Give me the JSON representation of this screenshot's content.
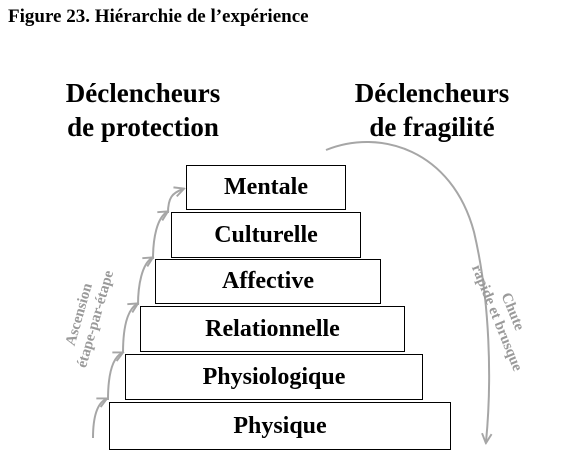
{
  "figure": {
    "title": "Figure 23. Hiérarchie de l’expérience"
  },
  "headers": {
    "left": {
      "line1": "Déclencheurs",
      "line2": "de protection"
    },
    "right": {
      "line1": "Déclencheurs",
      "line2": "de fragilité"
    }
  },
  "levels": {
    "l1": "Mentale",
    "l2": "Culturelle",
    "l3": "Affective",
    "l4": "Relationnelle",
    "l5": "Physiologique",
    "l6": "Physique"
  },
  "side_labels": {
    "ascent": {
      "line1": "Ascension",
      "line2": "étape-par-étape"
    },
    "fall": {
      "line1": "Chute",
      "line2": "rapide et brusque"
    }
  },
  "colors": {
    "arrow": "#a6a6a6",
    "border": "#000000",
    "text": "#000000"
  }
}
